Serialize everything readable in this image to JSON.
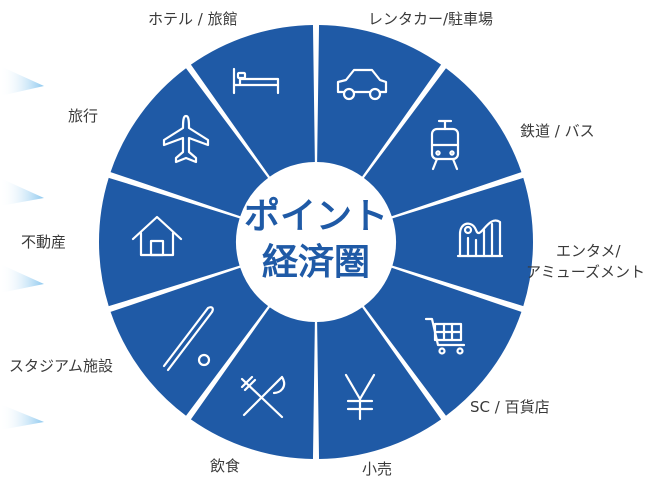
{
  "center": {
    "line1": "ポイント",
    "line2": "経済圏"
  },
  "segments": [
    {
      "id": "hotel",
      "label": "ホテル / 旅館",
      "icon": "bed-icon"
    },
    {
      "id": "rental",
      "label": "レンタカー/駐車場",
      "icon": "car-icon"
    },
    {
      "id": "rail",
      "label": "鉄道 / バス",
      "icon": "train-icon"
    },
    {
      "id": "ent",
      "label_lines": [
        "エンタメ/",
        "アミューズメント"
      ],
      "icon": "roller-coaster-icon"
    },
    {
      "id": "sc",
      "label": "SC / 百貨店",
      "icon": "shopping-cart-icon"
    },
    {
      "id": "retail",
      "label": "小売",
      "icon": "yen-icon"
    },
    {
      "id": "food",
      "label": "飲食",
      "icon": "fork-knife-icon"
    },
    {
      "id": "stadium",
      "label": "スタジアム施設",
      "icon": "baseball-bat-icon"
    },
    {
      "id": "realty",
      "label": "不動産",
      "icon": "house-icon"
    },
    {
      "id": "travel",
      "label": "旅行",
      "icon": "airplane-icon"
    }
  ],
  "colors": {
    "segment": "#1f5aa6",
    "center_text": "#1f5aa6",
    "arrow": "#9fd0f0",
    "label": "#3a3a3a"
  }
}
